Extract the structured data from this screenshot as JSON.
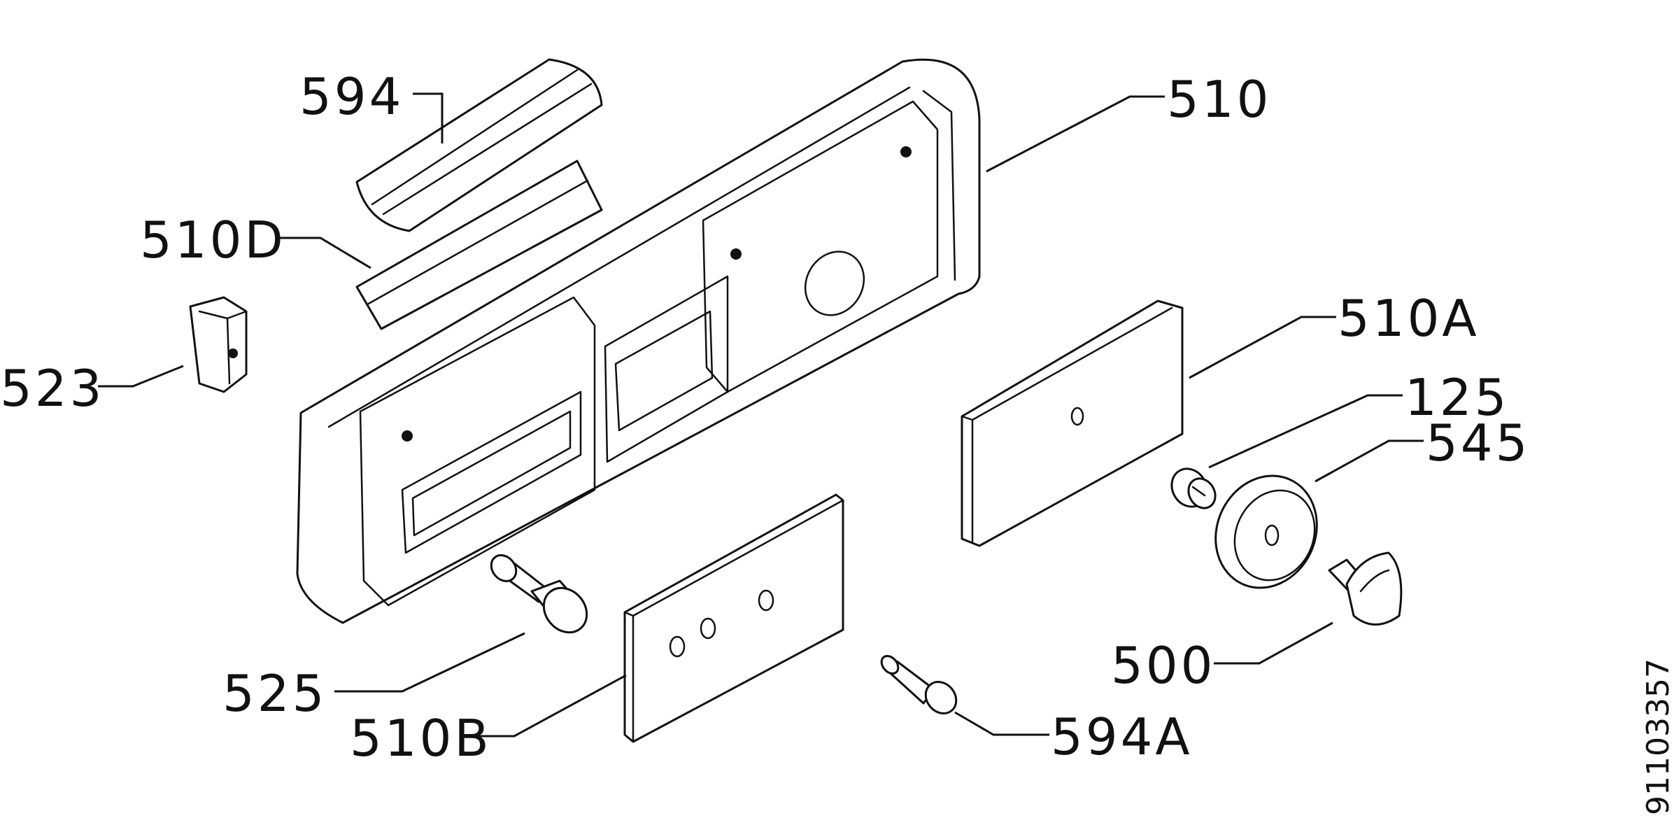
{
  "labels": {
    "l594": "594",
    "l510": "510",
    "l510D": "510D",
    "l523": "523",
    "l510A": "510A",
    "l125": "125",
    "l545": "545",
    "l500": "500",
    "l525": "525",
    "l510B": "510B",
    "l594A": "594A"
  },
  "doc_number": "91103357",
  "colors": {
    "line": "#111111",
    "background": "#ffffff"
  }
}
